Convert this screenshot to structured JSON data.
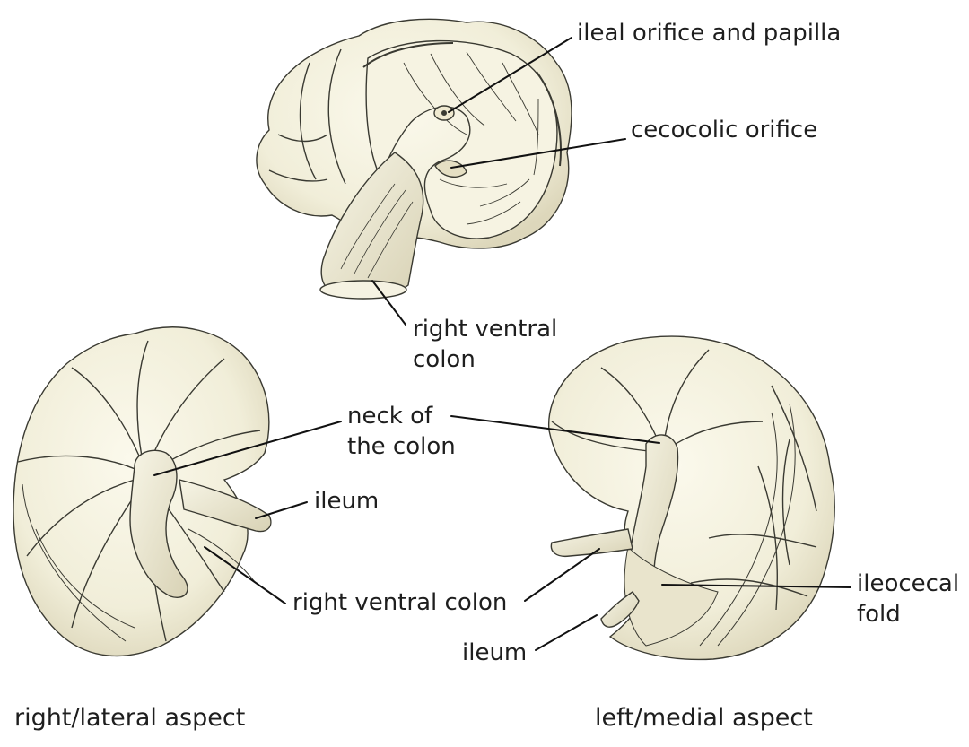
{
  "labels": {
    "ileal_orifice": "ileal orifice and papilla",
    "cecocolic_orifice": "cecocolic orifice",
    "rvc_top_line1": "right ventral",
    "rvc_top_line2": "colon",
    "neck_line1": "neck of",
    "neck_line2": "the colon",
    "ileum_left": "ileum",
    "rvc_bottom": "right ventral colon",
    "ileocecal_line1": "ileocecal",
    "ileocecal_line2": "fold",
    "ileum_right": "ileum"
  },
  "captions": {
    "right": "right/lateral aspect",
    "left": "left/medial aspect"
  },
  "colors": {
    "tissue": "#f3f0de",
    "shade": "#e2ddc4",
    "outline": "#3a3a32",
    "leader": "#111111"
  }
}
